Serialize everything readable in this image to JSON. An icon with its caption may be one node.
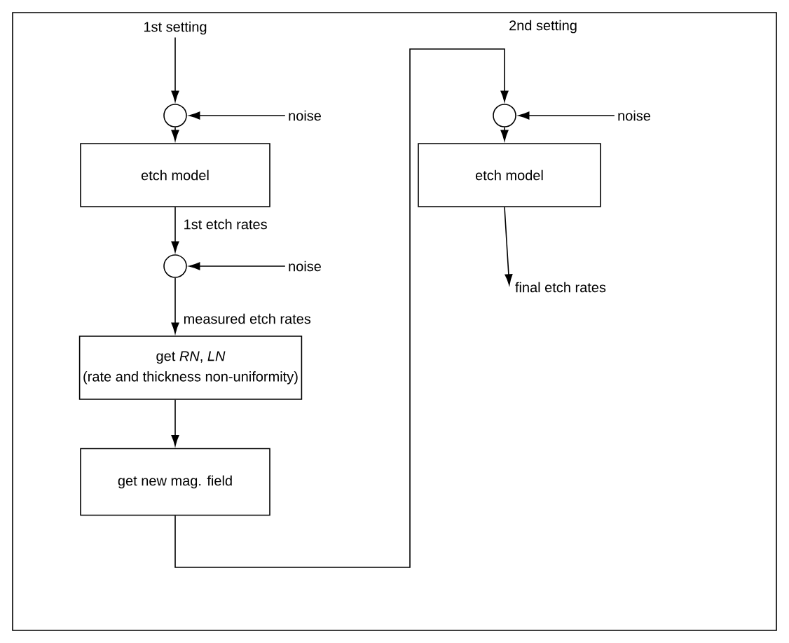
{
  "diagram": {
    "nodes": [
      {
        "text": [
          "1st setting"
        ]
      },
      {
        "text": [],
        "shape": "circle"
      },
      {
        "text": [
          "noise"
        ]
      },
      {
        "text": [
          "etch model"
        ]
      },
      {
        "text": [],
        "shape": "circle"
      },
      {
        "text": [
          "noise"
        ]
      },
      {
        "text": [
          "get *RN*, *LN*",
          "(rate and thickness non-uniformity)"
        ]
      },
      {
        "text": [
          "get new mag. field"
        ]
      },
      {
        "text": [],
        "shape": "circle"
      },
      {
        "text": [
          "noise"
        ]
      },
      {
        "text": [
          "etch model"
        ]
      },
      {
        "text": [
          "final etch rates"
        ]
      }
    ],
    "edges": [
      {
        "from": 0,
        "to": 1,
        "arrow": "to"
      },
      {
        "from": 2,
        "to": 1,
        "arrow": "to"
      },
      {
        "from": 1,
        "to": 3,
        "arrow": "to"
      },
      {
        "from": 3,
        "to": 4,
        "arrow": "to",
        "label": "1st etch rates"
      },
      {
        "from": 5,
        "to": 4,
        "arrow": "to"
      },
      {
        "from": 4,
        "to": 6,
        "arrow": "to",
        "label": "measured etch rates"
      },
      {
        "from": 6,
        "to": 7,
        "arrow": "to"
      },
      {
        "from": 7,
        "to": 8,
        "arrow": "to",
        "label": "2nd setting"
      },
      {
        "from": 9,
        "to": 8,
        "arrow": "to"
      },
      {
        "from": 8,
        "to": 10,
        "arrow": "to"
      },
      {
        "from": 10,
        "to": 11,
        "arrow": "to"
      }
    ]
  }
}
